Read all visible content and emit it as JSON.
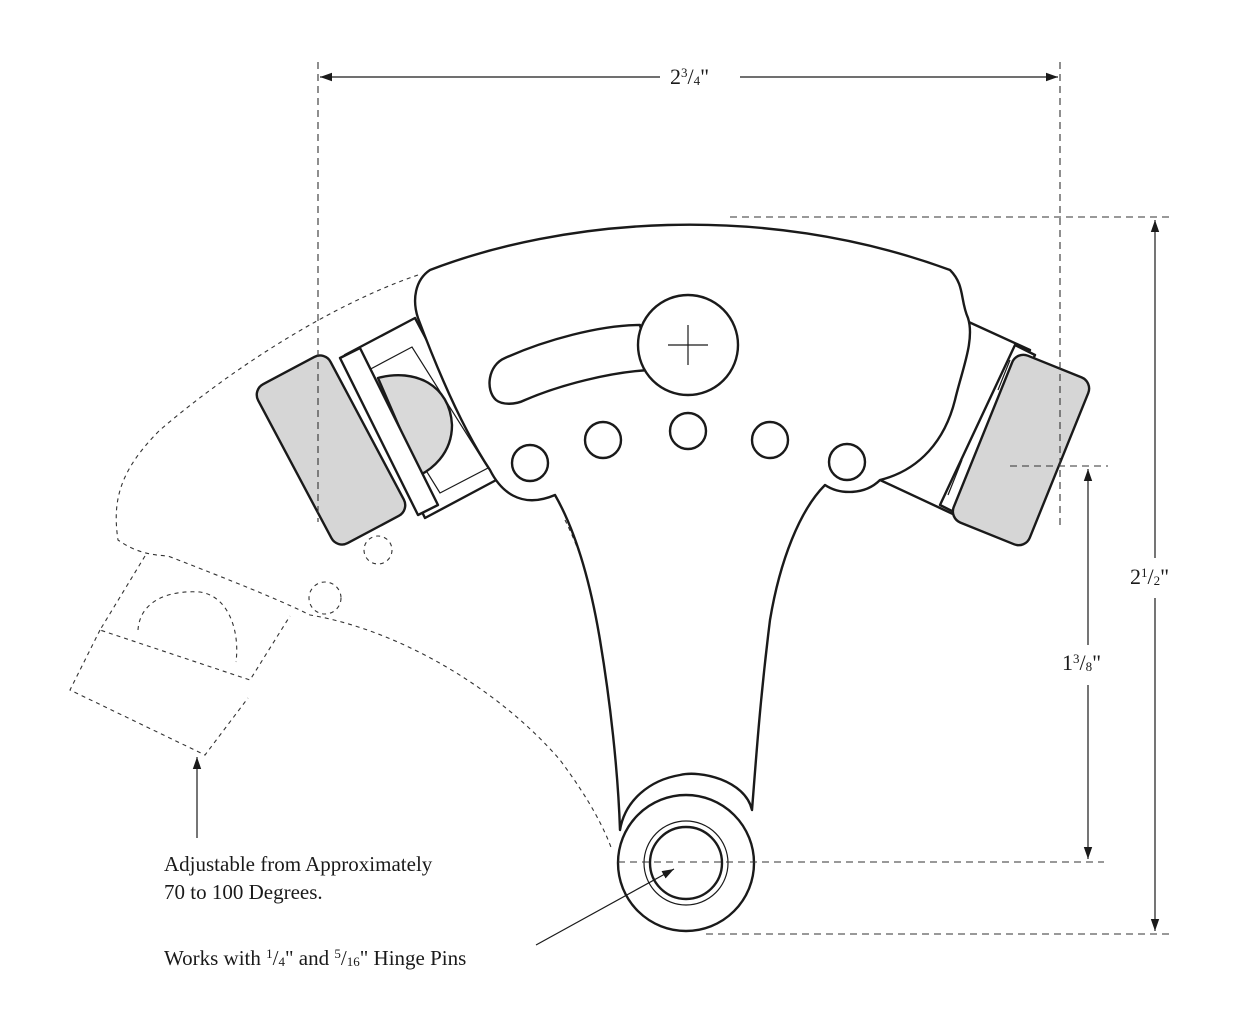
{
  "dimensions": {
    "width": {
      "whole": "2",
      "num": "3",
      "den": "4",
      "unit": "\""
    },
    "height": {
      "whole": "2",
      "num": "1",
      "den": "2",
      "unit": "\""
    },
    "center": {
      "whole": "1",
      "num": "3",
      "den": "8",
      "unit": "\""
    }
  },
  "notes": {
    "adjust_line1": "Adjustable from Approximately",
    "adjust_line2": "70 to 100 Degrees.",
    "pins_prefix": "Works with ",
    "pin1_num": "1",
    "pin1_den": "4",
    "pins_mid": "\" and ",
    "pin2_num": "5",
    "pin2_den": "16",
    "pins_suffix": "\" Hinge Pins"
  }
}
